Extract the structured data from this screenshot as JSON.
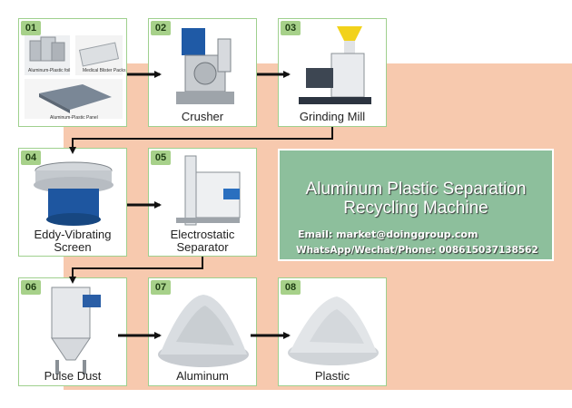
{
  "steps": [
    {
      "num": "01",
      "label": "",
      "sub_labels": [
        "Aluminum-Plastic foil",
        "Medical Blister Packs",
        "Aluminum-Plastic Panel"
      ]
    },
    {
      "num": "02",
      "label": "Crusher"
    },
    {
      "num": "03",
      "label": "Grinding Mill"
    },
    {
      "num": "04",
      "label_line1": "Eddy-Vibrating",
      "label_line2": "Screen"
    },
    {
      "num": "05",
      "label_line1": "Electrostatic",
      "label_line2": "Separator"
    },
    {
      "num": "06",
      "label": "Pulse Dust"
    },
    {
      "num": "07",
      "label": "Aluminum"
    },
    {
      "num": "08",
      "label": "Plastic"
    }
  ],
  "info": {
    "title_line1": "Aluminum Plastic Separation",
    "title_line2": "Recycling Machine",
    "email": "Email: market@doinggroup.com",
    "phone": "WhatsApp/Wechat/Phone: 008615037138562"
  },
  "colors": {
    "accent_green": "#a7d18a",
    "panel_peach": "#f7c9ae",
    "info_green": "#8dbf9c"
  }
}
